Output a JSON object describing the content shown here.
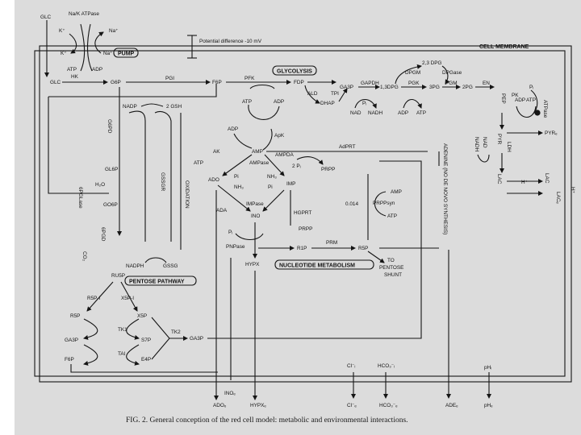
{
  "labels": {
    "glc_top": "GLC",
    "nak_atpase": "Na/K ATPase",
    "k_out": "K⁺",
    "na_out": "Na⁺",
    "k_in": "K⁺",
    "na_in": "Na⁺",
    "atp_pump": "ATP",
    "adp_pump": "ADP",
    "hk": "HK",
    "pump": "PUMP",
    "potential": "Potential difference -10 mV",
    "cell_membrane": "CELL MEMBRANE",
    "glc": "GLC",
    "g6p": "G6P",
    "pgi": "PGI",
    "f6p_top": "F6P",
    "pfk": "PFK",
    "glycolysis": "GLYCOLYSIS",
    "atp_pfk": "ATP",
    "adp_pfk": "ADP",
    "fdp": "FDP",
    "ald": "ALD",
    "dhap": "DHAP",
    "tpi": "TPI",
    "ga3p_top": "GA3P",
    "gapdh": "GAPDH",
    "pi_gapdh": "Pᵢ",
    "nad": "NAD",
    "nadh": "NADH",
    "dpg13": "1,3DPG",
    "pgk": "PGK",
    "adp_pgk": "ADP",
    "atp_pgk": "ATP",
    "dpg23": "2,3 DPG",
    "dpgm": "DPGM",
    "dpgase": "DPGase",
    "pg3": "3PG",
    "pgm": "PGM",
    "pg2": "2PG",
    "en": "EN",
    "pep": "PEP",
    "pk": "PK",
    "adp_pk": "ADP",
    "atp_pk": "ATP",
    "pi_atpase": "Pᵢ",
    "atpase": "ATPase",
    "pyr_top": "PYR",
    "pyr_right": "PYRₑ",
    "nadh_ldh": "NADH",
    "nad_ldh": "NAD",
    "ldh": "LDH",
    "lac": "LAC",
    "lac_out": "LAC",
    "h_in": "H⁺",
    "lac_e": "LACₑ",
    "h_out": "H⁺",
    "nadp": "NADP",
    "gsh": "2 GSH",
    "g6pd": "G6PD",
    "gl6p": "GL6P",
    "h2o": "H₂O",
    "pglase": "6PGLase",
    "go6p": "GO6P",
    "pgd": "6PGD",
    "co2": "CO₂",
    "gssgr": "GSSGR",
    "oxidation": "OXIDATION",
    "nadph": "NADPH",
    "gssg": "GSSG",
    "ru5p": "RU5P",
    "pentose_pathway": "PENTOSE PATHWAY",
    "r5pi": "R5P-I",
    "x5pi": "X5P-I",
    "r5p_l": "R5P",
    "x5p": "X5P",
    "tk1": "TK1",
    "ga3p_l": "GA3P",
    "s7p": "S7P",
    "tal": "TAl",
    "f6p_l": "F6P",
    "e4p": "E4P",
    "tk2": "TK2",
    "ga3p_b": "GA3P",
    "adp_apk": "ADP",
    "apk": "ApK",
    "ak": "AK",
    "atp_ak": "ATP",
    "amp": "AMP",
    "ampase": "AMPase",
    "ampda": "AMPDA",
    "ado": "ADO",
    "pi_a": "Pi",
    "nh3_a": "NH₃",
    "nh3_b": "NH₃",
    "pi_b": "Pi",
    "imp": "IMP",
    "two_pi": "2 Pᵢ",
    "adprt": "AdPRT",
    "prpp_r": "PRPP",
    "ada": "ADA",
    "impase": "IMPase",
    "ino": "INO",
    "hgprt": "HGPRT",
    "prpp_b": "PRPP",
    "oo14": "0.014",
    "amp_r": "AMP",
    "prppsyn": "PRPPsyn",
    "atp_r": "ATP",
    "pi_pnp": "Pᵢ",
    "pnpase": "PNPase",
    "r1p": "R1P",
    "prm": "PRM",
    "r5p_n": "R5P",
    "hypx": "HYPX",
    "nucleotide_metabolism": "NUCLEOTIDE METABOLISM",
    "to_pentose": "TO",
    "pentose_shunt": "PENTOSE",
    "shunt": "SHUNT",
    "adenine": "ADENINE (NO DE NOVO SYNTHESIS)",
    "ino_e": "INOₑ",
    "ado_e": "ADOₑ",
    "hypx_e": "HYPXₑ",
    "cl_in": "Cl⁻ᵢ",
    "cl_e": "Cl⁻ₑ",
    "hco3_in": "HCO₃⁻ᵢ",
    "hco3_e": "HCO₃⁻ₑ",
    "ade_e": "ADEₑ",
    "ph_i": "pHᵢ",
    "ph_e": "pHₑ",
    "caption": "FIG. 2. General conception of the red cell model: metabolic and environmental interactions."
  }
}
